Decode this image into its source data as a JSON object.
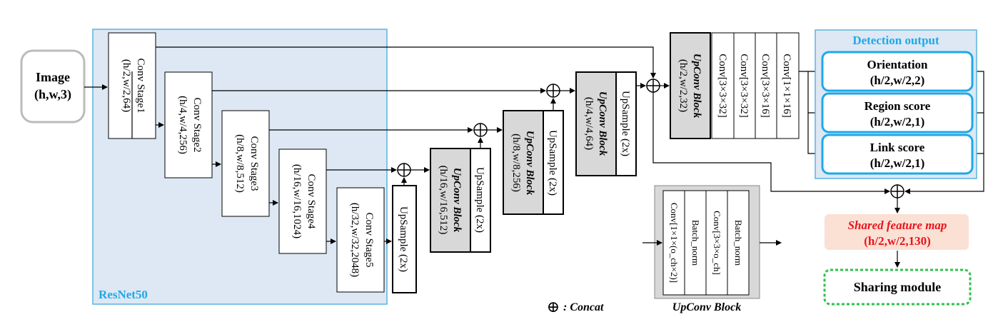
{
  "input": {
    "line1": "Image",
    "line2": "(h,w,3)"
  },
  "resnet": {
    "label": "ResNet50"
  },
  "stages": [
    {
      "line1": "Conv Stage1",
      "line2": "(h/2,w/2,64)"
    },
    {
      "line1": "Conv Stage2",
      "line2": "(h/4,w/4,256)"
    },
    {
      "line1": "Conv Stage3",
      "line2": "(h/8,w/8,512)"
    },
    {
      "line1": "Conv Stage4",
      "line2": "(h/16,w/16,1024)"
    },
    {
      "line1": "Conv Stage5",
      "line2": "(h/32,w/32,2048)"
    }
  ],
  "upsample_label": "UpSample (2x)",
  "upconv_blocks": [
    {
      "title": "UpConv Block",
      "dims": "(h/16,w/16,512)"
    },
    {
      "title": "UpConv Block",
      "dims": "(h/8,w/8,256)"
    },
    {
      "title": "UpConv Block",
      "dims": "(h/4,w/4,64)"
    },
    {
      "title": "UpConv Block",
      "dims": "(h/2,w/2,32)"
    }
  ],
  "final_convs": [
    "Conv[3×3×32]",
    "Conv[3×3×32]",
    "Conv[3×3×16]",
    "Conv[1×1×16]"
  ],
  "detection": {
    "title": "Detection output",
    "outputs": [
      {
        "name": "Orientation",
        "dims": "(h/2,w/2,2)"
      },
      {
        "name": "Region score",
        "dims": "(h/2,w/2,1)"
      },
      {
        "name": "Link score",
        "dims": "(h/2,w/2,1)"
      }
    ]
  },
  "shared": {
    "title": "Shared feature map",
    "dims": "(h/2,w/2,130)"
  },
  "sharing_module": "Sharing module",
  "legend": {
    "symbol": "⊕",
    "text": ": Concat"
  },
  "upconv_detail": {
    "caption": "UpConv Block",
    "layers": [
      "Conv[1×1×(o_ch×2)]",
      "Batch_norm",
      "Conv[3×3×o_ch]",
      "Batch_norm"
    ]
  },
  "colors": {
    "resnet_fill": "#dde8f4",
    "resnet_border": "#5ab4e0",
    "upconv_fill": "#d8d8d8",
    "output_border": "#1fa8e8",
    "detection_title": "#1fa8e8",
    "shared_fill": "#fbe0d4",
    "shared_text": "#e8141c",
    "sharing_border": "#2fc24a",
    "input_border": "#bbbbbb"
  }
}
